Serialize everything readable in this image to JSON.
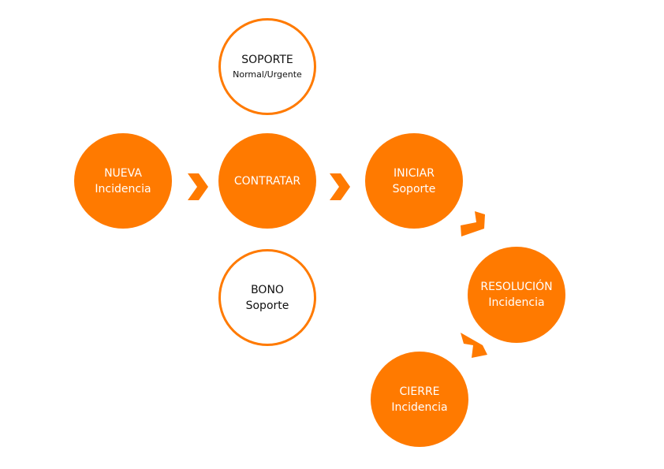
{
  "diagram": {
    "accent_color": "#ff7a00",
    "nodes": {
      "soporte": {
        "line1": "SOPORTE",
        "line2": "Normal/Urgente"
      },
      "nueva": {
        "line1": "NUEVA",
        "line2": "Incidencia"
      },
      "contratar": {
        "line1": "CONTRATAR"
      },
      "iniciar": {
        "line1": "INICIAR",
        "line2": "Soporte"
      },
      "bono": {
        "line1": "BONO",
        "line2": "Soporte"
      },
      "resolucion": {
        "line1": "RESOLUCIÓN",
        "line2": "Incidencia"
      },
      "cierre": {
        "line1": "CIERRE",
        "line2": "Incidencia"
      }
    },
    "arrow_icon": "chevron-icon"
  }
}
